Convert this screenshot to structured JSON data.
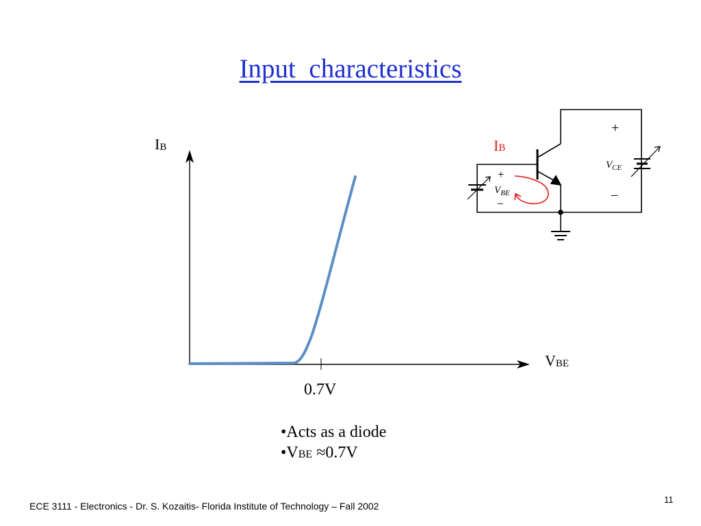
{
  "slide": {
    "title": "Input  characteristics",
    "page_number": "11",
    "footer": "ECE 3111 - Electronics - Dr. S. Kozaitis- Florida Institute of Technology – Fall 2002"
  },
  "graph": {
    "y_label_main": "I",
    "y_label_sub": "B",
    "x_label_main": "V",
    "x_label_sub": "BE",
    "tick_label": "0.7V",
    "curve_color": "#5b8ec4"
  },
  "circuit": {
    "ib_main": "I",
    "ib_sub": "B",
    "ib_color": "#e01818",
    "vce_label": "V",
    "vce_sub": "CE",
    "vbe_label": "V",
    "vbe_sub": "BE",
    "plus_sign": "+",
    "minus_sign": "−"
  },
  "bullets": {
    "line1": "•Acts as a diode",
    "line2_prefix": "•V",
    "line2_sub": "BE",
    "line2_suffix": " ≈0.7V"
  }
}
